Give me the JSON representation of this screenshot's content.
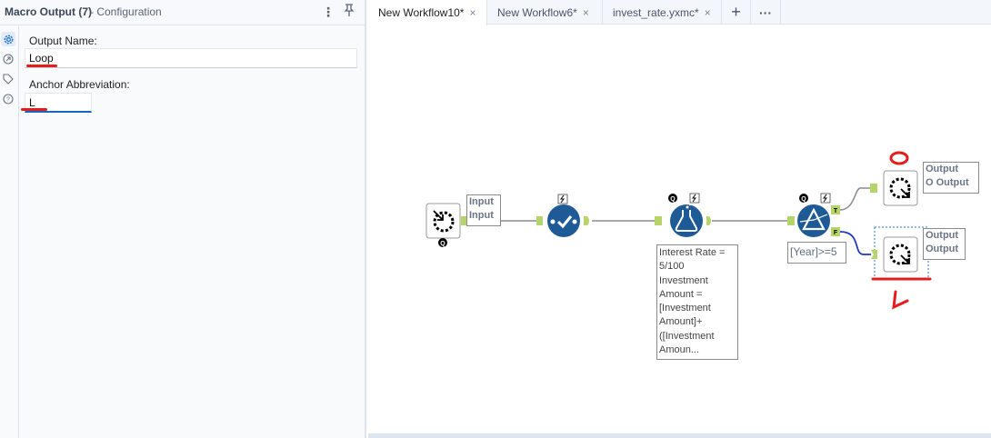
{
  "config": {
    "title": "Macro Output (7)",
    "subtitle": "- Configuration",
    "menu_icon": "⋮",
    "pin_icon": "pin-icon",
    "side_icons": [
      "gear-icon",
      "arrow-circle-icon",
      "tag-icon",
      "help-icon"
    ],
    "output_name_label": "Output Name:",
    "output_name_value": "Loop",
    "anchor_label": "Anchor Abbreviation:",
    "anchor_value": "L"
  },
  "tabs": [
    {
      "label": "New Workflow10*",
      "active": true
    },
    {
      "label": "New Workflow6*",
      "active": false
    },
    {
      "label": "invest_rate.yxmc*",
      "active": false
    }
  ],
  "tab_close": "×",
  "tab_add": "+",
  "tab_more": "···",
  "workflow": {
    "tools": [
      {
        "name": "macro-input",
        "label": "Macro Input",
        "annotation": [
          "Input",
          "Input"
        ]
      },
      {
        "name": "select",
        "label": "Select"
      },
      {
        "name": "formula",
        "label": "Formula",
        "annotation": "Interest Rate = 5/100 Investment Amount = [Investment Amount]+ ([Investment Amoun..."
      },
      {
        "name": "filter",
        "label": "Filter",
        "annotation": "[Year]>=5",
        "outputs": [
          "T",
          "F"
        ]
      },
      {
        "name": "macro-output-o",
        "label": "Macro Output",
        "annotation": [
          "Output",
          "O Output"
        ]
      },
      {
        "name": "macro-output-l",
        "label": "Macro Output",
        "annotation": [
          "Output",
          "Output"
        ]
      }
    ],
    "formula_lines": [
      "Interest Rate =",
      "5/100",
      "Investment",
      "Amount =",
      "[Investment",
      "Amount]+",
      "([Investment",
      "Amoun..."
    ],
    "handwritten": {
      "top": "O",
      "bottom": "L"
    },
    "colors": {
      "tool_blue": "#1e5a96",
      "anchor_green": "#b5d56a",
      "connection_gray": "#8c8c8c",
      "connection_blue": "#1f3ac8",
      "markup_red": "#e41c1c"
    }
  }
}
